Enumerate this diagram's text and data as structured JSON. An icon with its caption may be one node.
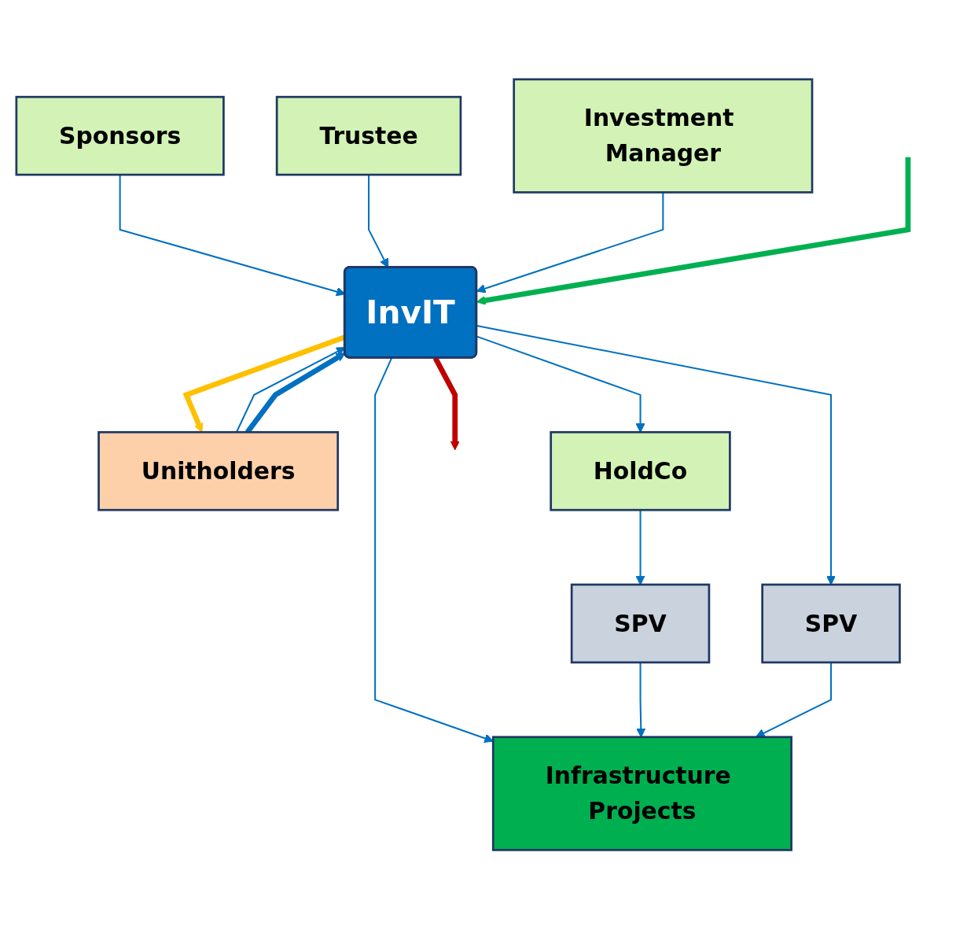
{
  "diagram": {
    "nodes": [
      {
        "text": [
          "Sponsors"
        ]
      },
      {
        "text": [
          "Unitholders"
        ]
      },
      {
        "text": [
          "Trustee"
        ]
      },
      {
        "text": [
          "InvIT"
        ]
      },
      {
        "text": [
          "Investment Manager"
        ]
      },
      {
        "text": [
          "HoldCo"
        ]
      },
      {
        "text": [
          "SPV"
        ]
      },
      {
        "text": [
          "SPV"
        ]
      },
      {
        "text": [
          "Infrastructure Projects"
        ]
      }
    ],
    "edges": [
      {
        "from": 0,
        "to": 3,
        "arrow": "to"
      },
      {
        "from": 1,
        "to": 3,
        "arrow": "to"
      },
      {
        "from": 3,
        "to": 1,
        "arrow": "to",
        "style": "thick",
        "color": "#ffc000"
      },
      {
        "from": 1,
        "to": 3,
        "arrow": "to",
        "style": "thick"
      },
      {
        "from": 2,
        "to": 3,
        "arrow": "to"
      },
      {
        "from": 4,
        "to": 3,
        "arrow": "to"
      },
      {
        "from": 3,
        "to": null,
        "arrow": "to",
        "style": "thick",
        "color": "#c00000"
      },
      {
        "from": null,
        "to": 3,
        "arrow": "to",
        "style": "thick",
        "color": "#00b050"
      },
      {
        "from": 3,
        "to": 5,
        "arrow": "to"
      },
      {
        "from": 3,
        "to": 7,
        "arrow": "to"
      },
      {
        "from": 3,
        "to": 8,
        "arrow": "to"
      },
      {
        "from": 5,
        "to": 6,
        "arrow": "to"
      },
      {
        "from": 6,
        "to": 8,
        "arrow": "to"
      },
      {
        "from": 7,
        "to": 8,
        "arrow": "to"
      }
    ]
  }
}
